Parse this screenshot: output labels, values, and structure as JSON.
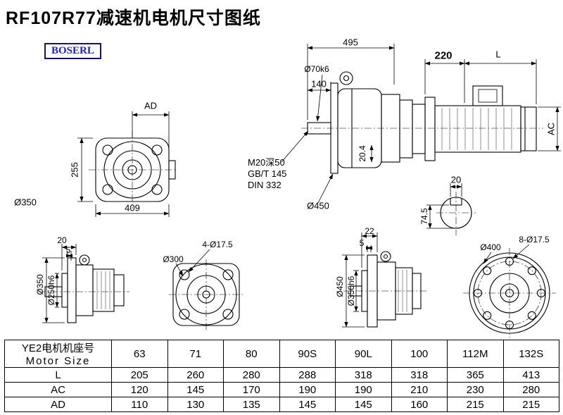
{
  "title": "RF107R77减速机电机尺寸图纸",
  "logo": "BOSERL",
  "front_view": {
    "ad": "AD",
    "height": "255",
    "width": "409",
    "flange_dia": "Ø350"
  },
  "main_view": {
    "overall": "495",
    "shaft_len": "140",
    "shaft_dia": "Ø70k6",
    "mid_len": "220",
    "motor_len": "L",
    "motor_height": "AC",
    "keyway_depth": "20.4",
    "tap_line1": "M20深50",
    "tap_line2": "GB/T 145",
    "tap_line3": "DIN 332",
    "flange_dia": "Ø450",
    "key_width": "20",
    "shaft_height": "74.5"
  },
  "flange_small": {
    "dim1": "20",
    "dim2": "5",
    "od": "Ø350",
    "pilot": "Ø250h6"
  },
  "flange_square": {
    "holes": "4-Ø17.5",
    "dia": "Ø300"
  },
  "flange_large": {
    "dim1": "22",
    "dim2": "5",
    "od": "Ø450",
    "pilot": "Ø350h6"
  },
  "flange_round": {
    "dia": "Ø400",
    "holes": "8-Ø17.5"
  },
  "table": {
    "header_cn": "YE2电机机座号",
    "header_en": "Motor Size",
    "sizes": [
      "63",
      "71",
      "80",
      "90S",
      "90L",
      "100",
      "112M",
      "132S"
    ],
    "rows": [
      {
        "label": "L",
        "values": [
          "205",
          "260",
          "280",
          "288",
          "318",
          "318",
          "365",
          "413"
        ]
      },
      {
        "label": "AC",
        "values": [
          "120",
          "145",
          "170",
          "190",
          "190",
          "210",
          "230",
          "280"
        ]
      },
      {
        "label": "AD",
        "values": [
          "110",
          "130",
          "135",
          "145",
          "145",
          "160",
          "215",
          "215"
        ]
      }
    ]
  }
}
